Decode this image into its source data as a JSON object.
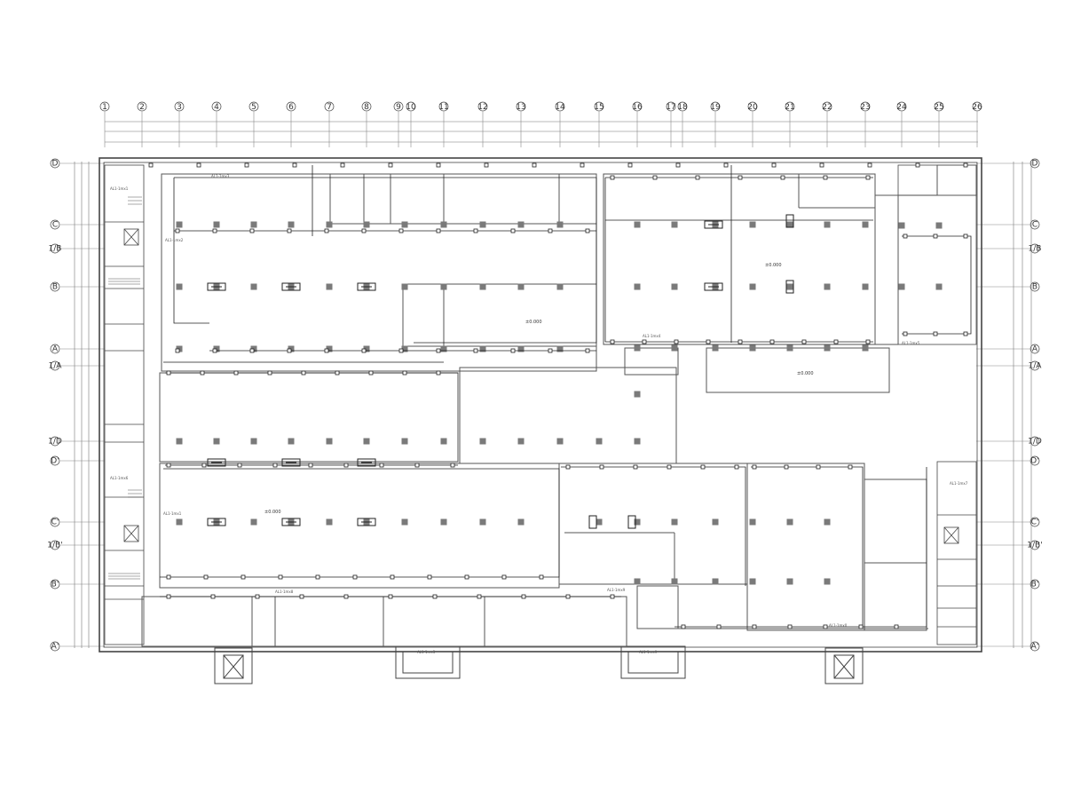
{
  "grid": {
    "columns": [
      "1",
      "2",
      "3",
      "4",
      "5",
      "6",
      "7",
      "8",
      "9",
      "10",
      "11",
      "12",
      "13",
      "14",
      "15",
      "16",
      "17",
      "18",
      "19",
      "20",
      "21",
      "22",
      "23",
      "24",
      "25",
      "26"
    ],
    "rows_left": [
      "D",
      "C",
      "1/B",
      "B",
      "A",
      "1/A",
      "1/D",
      "D'",
      "C'",
      "1/B'",
      "B'",
      "A'"
    ],
    "rows_right": [
      "D",
      "C",
      "1/B",
      "B",
      "A",
      "1/A",
      "1/D",
      "D'",
      "C'",
      "1/B'",
      "B'",
      "A'"
    ]
  },
  "labels": {
    "elevation": "±0.000",
    "panel_codes": [
      "AL1-1mx1",
      "AL1-1mx2",
      "AL1-1mx3",
      "AL1-1mx4",
      "AL1-1mx5",
      "AL1-1mx6",
      "AL1-1mx7",
      "AL1-1mx8",
      "AL1-1mx9",
      "AL1-1mx0"
    ]
  },
  "colors": {
    "line": "#2b2b2b",
    "wall": "#555555",
    "column": "#777777",
    "grid": "#888888"
  }
}
